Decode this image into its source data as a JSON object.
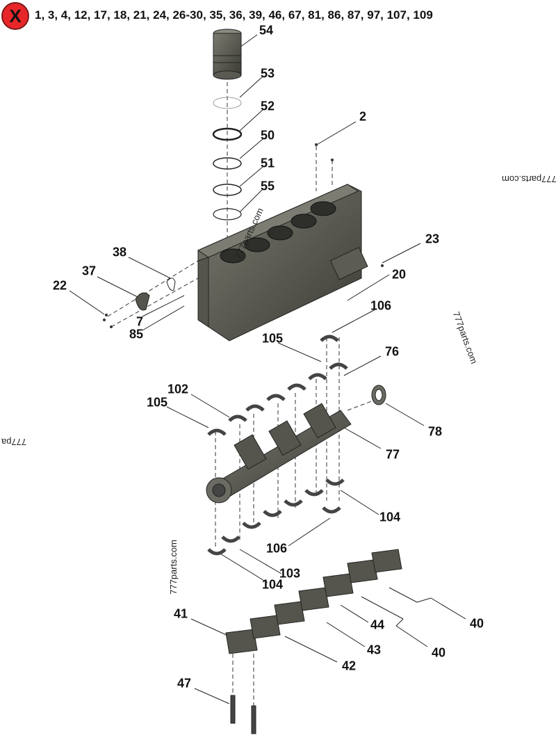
{
  "header": {
    "excluded_marker": "X",
    "excluded_parts": "1, 3, 4, 12, 17, 18, 21, 24, 26-30, 35, 36, 39, 46, 67, 81, 86, 87, 97, 107, 109"
  },
  "watermarks": [
    "777parts.com",
    "777parts.com",
    "777parts.com",
    "777parts.com",
    "777pa"
  ],
  "callouts": {
    "c54": "54",
    "c53": "53",
    "c52": "52",
    "c50": "50",
    "c51": "51",
    "c55": "55",
    "c2": "2",
    "c23": "23",
    "c20": "20",
    "c38": "38",
    "c37": "37",
    "c22": "22",
    "c7": "7",
    "c85": "85",
    "c106a": "106",
    "c105a": "105",
    "c76": "76",
    "c102": "102",
    "c105b": "105",
    "c78": "78",
    "c77": "77",
    "c104a": "104",
    "c106b": "106",
    "c103": "103",
    "c104b": "104",
    "c40a": "40",
    "c44": "44",
    "c40b": "40",
    "c43": "43",
    "c41": "41",
    "c42": "42",
    "c47": "47"
  },
  "colors": {
    "part_dark": "#4a4a44",
    "part_mid": "#6b6b63",
    "part_light": "#9a9a90",
    "line": "#222222",
    "marker_red": "#e8262a"
  }
}
